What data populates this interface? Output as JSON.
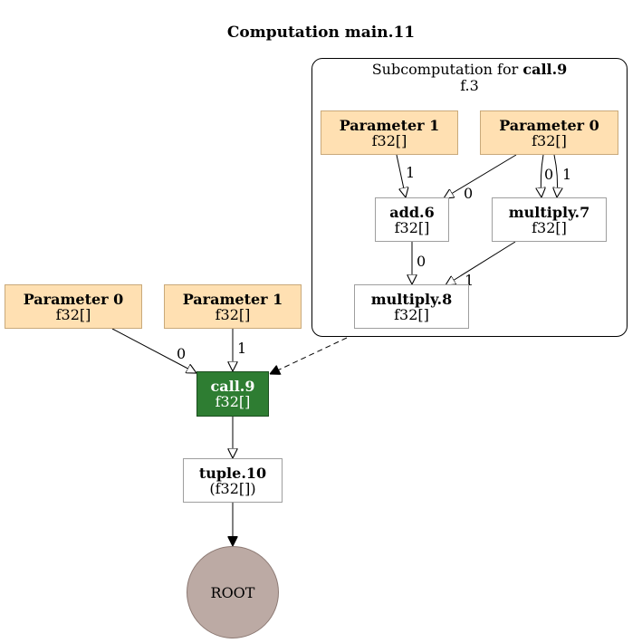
{
  "title": "Computation main.11",
  "subcomputation": {
    "prefix": "Subcomputation for ",
    "call_name": "call.9",
    "function": "f.3"
  },
  "nodes": {
    "sub_param1": {
      "name": "Parameter 1",
      "type": "f32[]"
    },
    "sub_param0": {
      "name": "Parameter 0",
      "type": "f32[]"
    },
    "add6": {
      "name": "add.6",
      "type": "f32[]"
    },
    "multiply7": {
      "name": "multiply.7",
      "type": "f32[]"
    },
    "multiply8": {
      "name": "multiply.8",
      "type": "f32[]"
    },
    "main_param0": {
      "name": "Parameter 0",
      "type": "f32[]"
    },
    "main_param1": {
      "name": "Parameter 1",
      "type": "f32[]"
    },
    "call9": {
      "name": "call.9",
      "type": "f32[]"
    },
    "tuple10": {
      "name": "tuple.10",
      "type": "(f32[])"
    },
    "root": {
      "name": "ROOT"
    }
  },
  "edge_labels": {
    "sub_param1_to_add6": "1",
    "sub_param0_to_add6": "0",
    "sub_param0_to_multiply7_a": "0",
    "sub_param0_to_multiply7_b": "1",
    "add6_to_multiply8": "0",
    "multiply7_to_multiply8": "1",
    "main_param0_to_call9": "0",
    "main_param1_to_call9": "1"
  },
  "colors": {
    "parameter_fill": "#ffe0b2",
    "call_fill": "#2e7d32",
    "root_fill": "#bcaaa4"
  }
}
